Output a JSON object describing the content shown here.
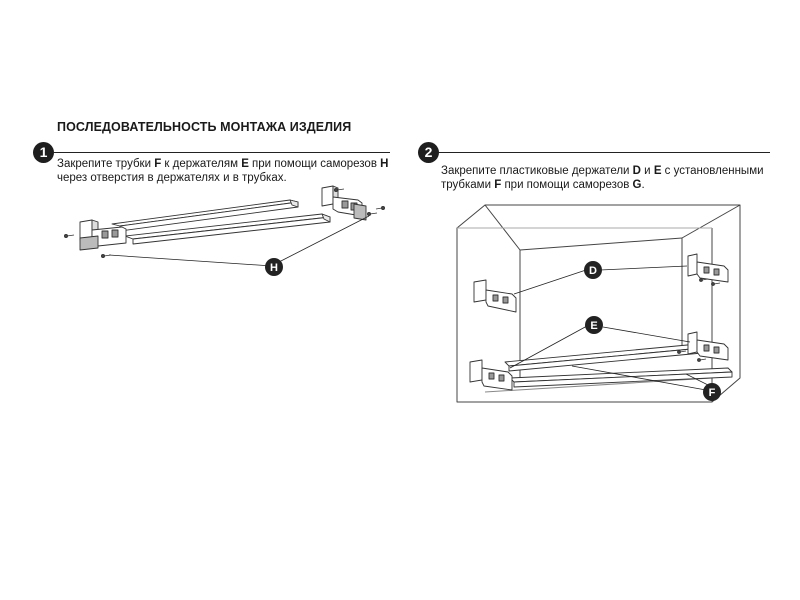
{
  "title": "ПОСЛЕДОВАТЕЛЬНОСТЬ МОНТАЖА ИЗДЕЛИЯ",
  "step1": {
    "number": "1",
    "line1": [
      {
        "t": "Закрепите трубки ",
        "b": false
      },
      {
        "t": "F",
        "b": true
      },
      {
        "t": " к держателям ",
        "b": false
      },
      {
        "t": "E",
        "b": true
      },
      {
        "t": " при помощи саморезов ",
        "b": false
      },
      {
        "t": "H",
        "b": true
      }
    ],
    "line2": [
      {
        "t": "через отверстия в держателях и в трубках.",
        "b": false
      }
    ],
    "callout_h": "H"
  },
  "step2": {
    "number": "2",
    "line1": [
      {
        "t": "Закрепите пластиковые держатели ",
        "b": false
      },
      {
        "t": "D",
        "b": true
      },
      {
        "t": " и ",
        "b": false
      },
      {
        "t": "E",
        "b": true
      },
      {
        "t": " с установленными",
        "b": false
      }
    ],
    "line2": [
      {
        "t": "трубками ",
        "b": false
      },
      {
        "t": "F",
        "b": true
      },
      {
        "t": " при помощи саморезов ",
        "b": false
      },
      {
        "t": "G",
        "b": true
      },
      {
        "t": ".",
        "b": false
      }
    ],
    "callout_d": "D",
    "callout_e": "E",
    "callout_f": "F"
  }
}
